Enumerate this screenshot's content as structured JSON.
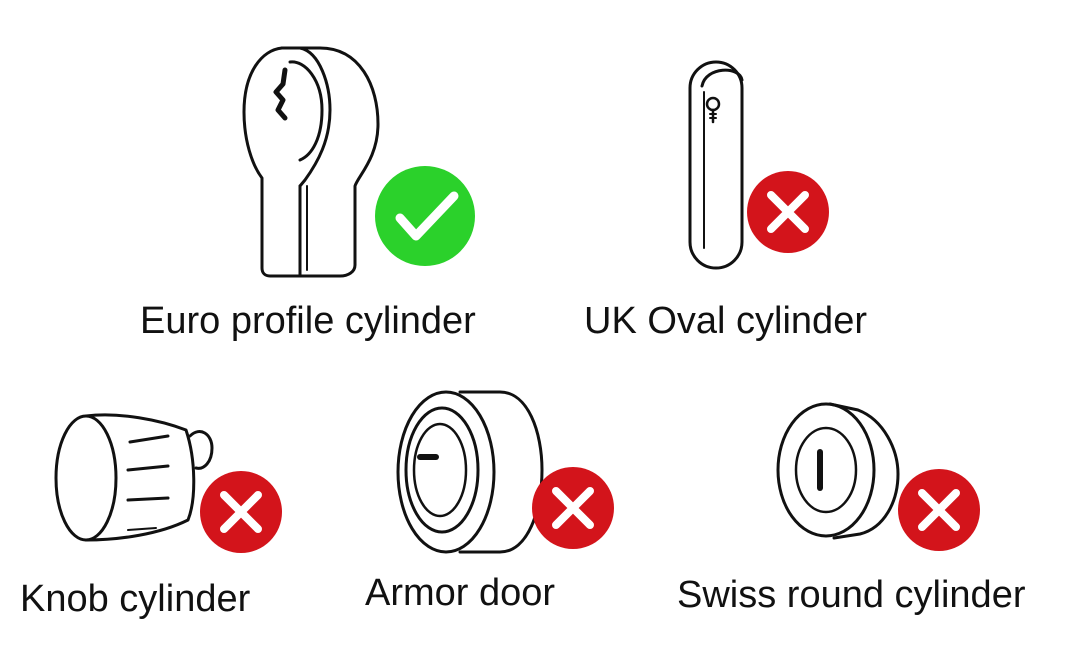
{
  "items": [
    {
      "label": "Euro profile cylinder",
      "status": "compatible",
      "icon": "check-icon"
    },
    {
      "label": "UK Oval cylinder",
      "status": "incompatible",
      "icon": "cross-icon"
    },
    {
      "label": "Knob cylinder",
      "status": "incompatible",
      "icon": "cross-icon"
    },
    {
      "label": "Armor door",
      "status": "incompatible",
      "icon": "cross-icon"
    },
    {
      "label": "Swiss round cylinder",
      "status": "incompatible",
      "icon": "cross-icon"
    }
  ],
  "colors": {
    "check": "#2bd12b",
    "cross": "#d3141b",
    "stroke": "#111111",
    "background": "#ffffff"
  }
}
